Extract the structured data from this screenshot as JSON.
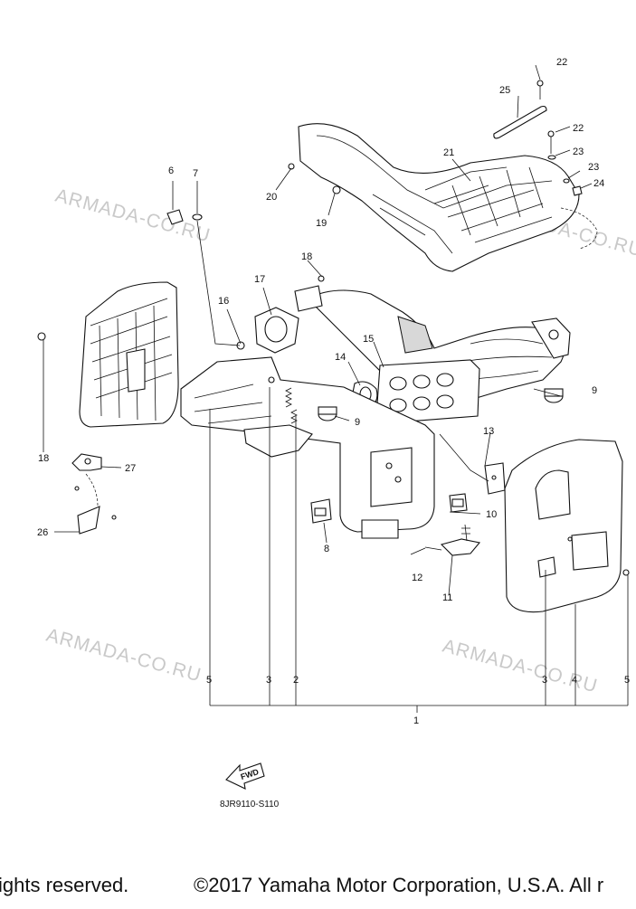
{
  "diagram_code": "8JR9110-S110",
  "fwd_label": "FWD",
  "watermark_text": "ARMADA-CO.RU",
  "footer": {
    "left": "ights reserved.",
    "right": "©2017 Yamaha Motor Corporation, U.S.A. All r"
  },
  "callouts": {
    "c1": "1",
    "c2": "2",
    "c3a": "3",
    "c3b": "3",
    "c4": "4",
    "c5a": "5",
    "c5b": "5",
    "c6": "6",
    "c7": "7",
    "c8": "8",
    "c9a": "9",
    "c9b": "9",
    "c10": "10",
    "c11": "11",
    "c12": "12",
    "c13": "13",
    "c14": "14",
    "c15": "15",
    "c16": "16",
    "c17": "17",
    "c18a": "18",
    "c18b": "18",
    "c19": "19",
    "c20": "20",
    "c21": "21",
    "c22a": "22",
    "c22b": "22",
    "c23a": "23",
    "c23b": "23",
    "c24": "24",
    "c25": "25",
    "c26": "26",
    "c27": "27"
  },
  "colors": {
    "line": "#111111",
    "watermark": "#c9c9c9",
    "background": "#ffffff"
  }
}
